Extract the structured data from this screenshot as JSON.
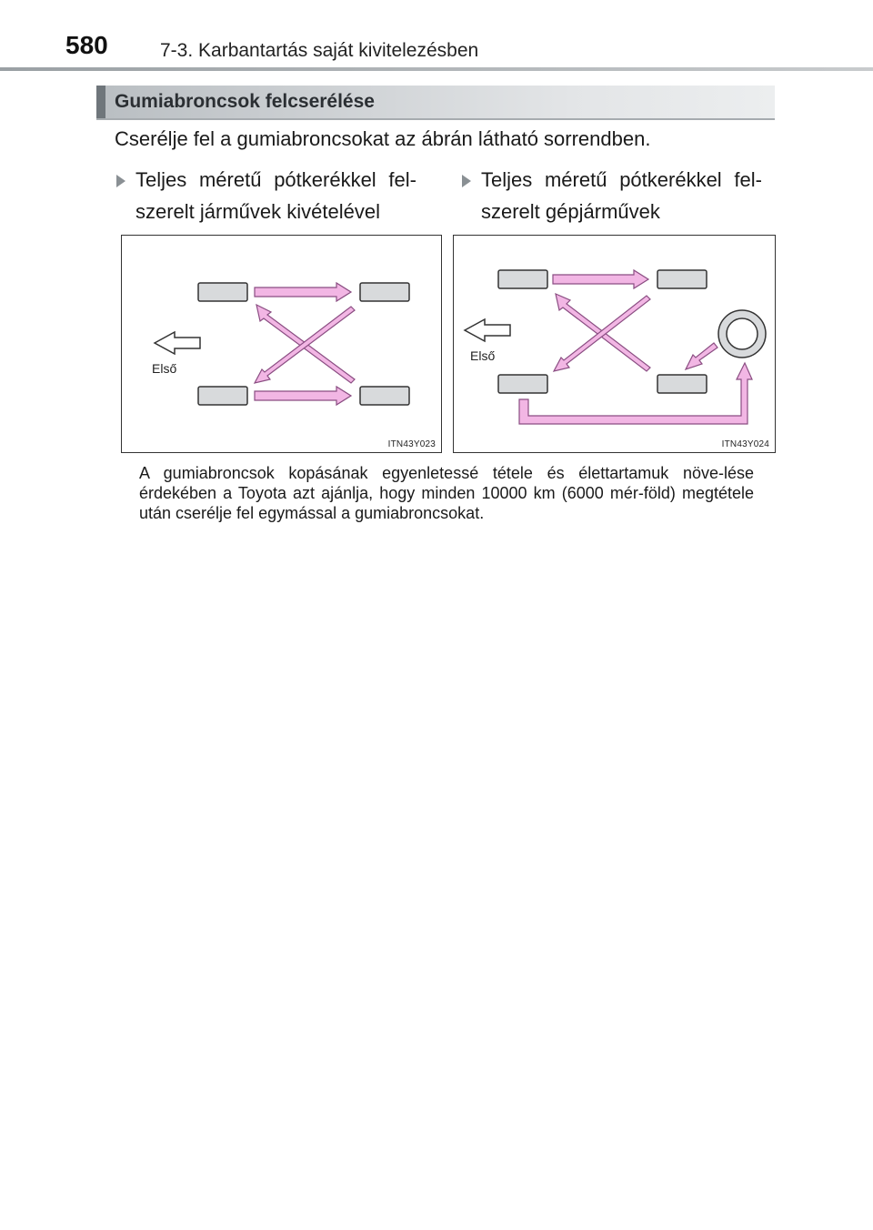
{
  "header": {
    "page_number": "580",
    "section_title": "7-3. Karbantartás saját kivitelezésben"
  },
  "heading": "Gumiabroncsok felcserélése",
  "intro": "Cserélje fel a gumiabroncsokat az ábrán látható sorrendben.",
  "variants": [
    {
      "text": "Teljes méretű pótkerékkel fel-szerelt járművek kivételével"
    },
    {
      "text": "Teljes méretű pótkerékkel fel-szerelt gépjárművek"
    }
  ],
  "figures": [
    {
      "code": "ITN43Y023",
      "front_label": "Első"
    },
    {
      "code": "ITN43Y024",
      "front_label": "Első"
    }
  ],
  "body_text": "A gumiabroncsok kopásának egyenletessé tétele és élettartamuk növe-lése érdekében a Toyota azt ajánlja, hogy minden 10000 km (6000 mér-föld) megtétele után cserélje fel egymással a gumiabroncsokat.",
  "colors": {
    "tire_fill": "#d8dadc",
    "arrow_fill": "#f2b6e4",
    "arrow_stroke": "#8a4d82"
  }
}
